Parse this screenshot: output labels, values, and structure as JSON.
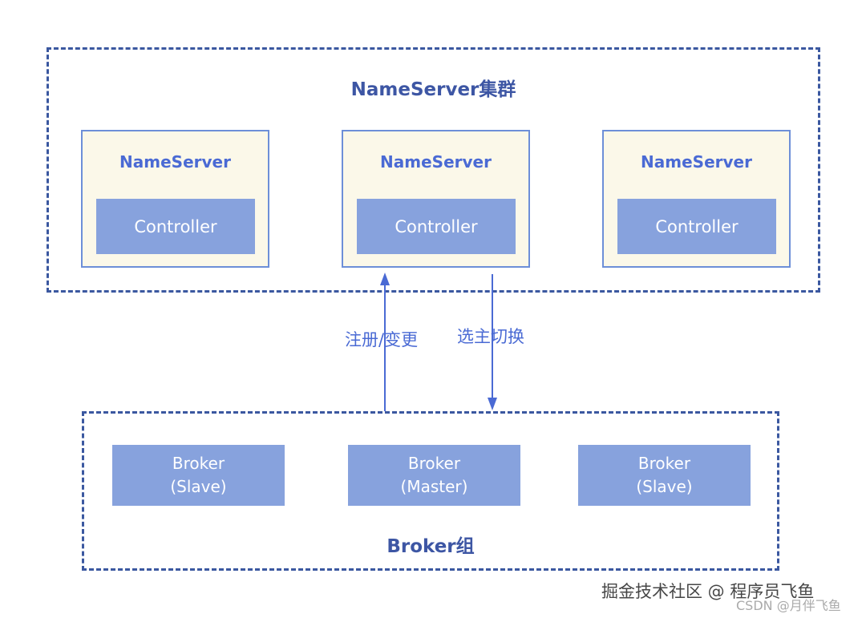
{
  "cluster": {
    "title": "NameServer集群",
    "nodes": [
      {
        "title": "NameServer",
        "controller": "Controller"
      },
      {
        "title": "NameServer",
        "controller": "Controller"
      },
      {
        "title": "NameServer",
        "controller": "Controller"
      }
    ]
  },
  "edges": {
    "register": "注册/变更",
    "elect": "选主切换"
  },
  "broker_group": {
    "title": "Broker组",
    "brokers": [
      {
        "name": "Broker",
        "role": "(Slave)"
      },
      {
        "name": "Broker",
        "role": "(Master)"
      },
      {
        "name": "Broker",
        "role": "(Slave)"
      }
    ]
  },
  "watermark": {
    "main": "掘金技术社区 @ 程序员飞鱼",
    "sub": "CSDN @月伴飞鱼"
  },
  "colors": {
    "border": "#3b58a0",
    "title": "#3d56a4",
    "accent": "#4a6ad4",
    "box_fill": "#87a2dd",
    "ns_fill": "#fbf8e9"
  }
}
